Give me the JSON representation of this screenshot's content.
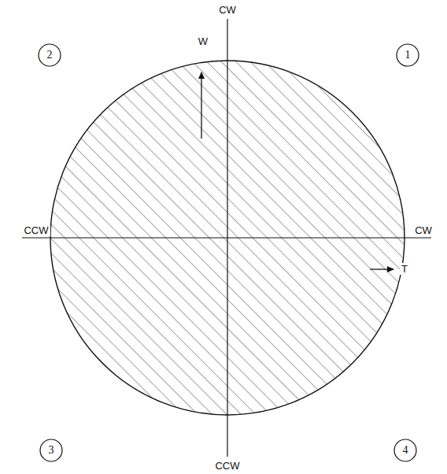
{
  "diagram": {
    "nodes": [
      {
        "text": [
          "2"
        ]
      },
      {
        "text": [
          "1"
        ]
      },
      {
        "text": [
          "3"
        ]
      },
      {
        "text": [
          "4"
        ]
      }
    ],
    "labels": [
      "CW",
      "W",
      "CCW",
      "CW",
      "T",
      "CCW"
    ]
  }
}
